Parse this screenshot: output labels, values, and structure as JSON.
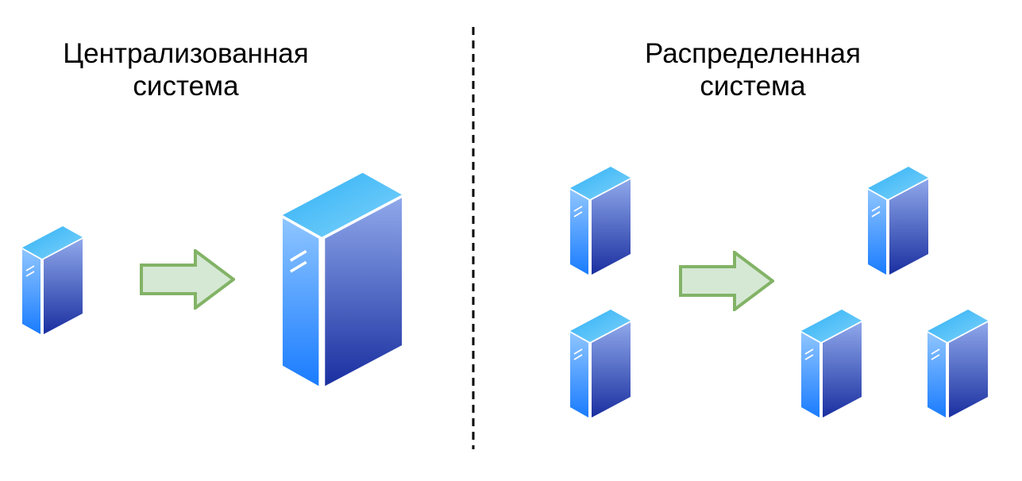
{
  "left_panel": {
    "title_line1": "Централизованная",
    "title_line2": "система"
  },
  "right_panel": {
    "title_line1": "Распределенная",
    "title_line2": "система"
  },
  "colors": {
    "arrow_fill": "#d5e8d4",
    "arrow_stroke": "#82b366",
    "divider": "#000000",
    "server_top": "#4fc3f7",
    "server_front_light": "#8ec5ff",
    "server_front_dark": "#1a7cff",
    "server_side_light": "#8fa8ea",
    "server_side_dark": "#1a2fa0"
  },
  "icons": [
    "server-icon",
    "arrow-right-icon"
  ]
}
